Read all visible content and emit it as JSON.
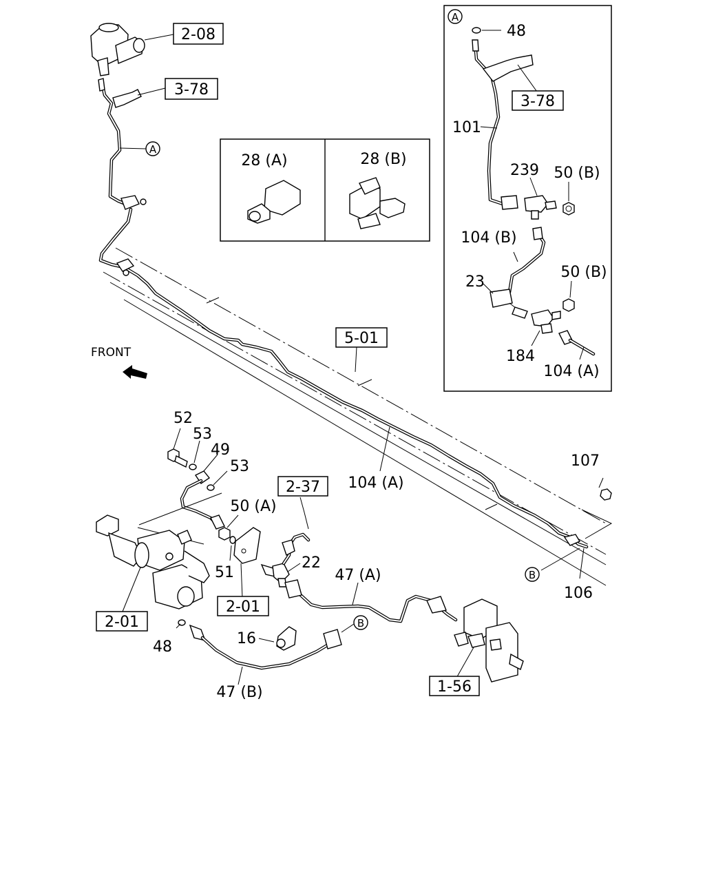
{
  "refs": {
    "r208": "2-08",
    "r378": "3-78",
    "r501": "5-01",
    "r237": "2-37",
    "r201a": "2-01",
    "r201b": "2-01",
    "r156": "1-56",
    "r378b": "3-78"
  },
  "callouts": {
    "a_top": "A",
    "a_inset": "A",
    "b_right": "B",
    "b_bottom": "B"
  },
  "front": "FRONT",
  "clips": {
    "a": "28 (A)",
    "b": "28 (B)"
  },
  "labels": {
    "p104a_mid": "104 (A)",
    "p107": "107",
    "p106": "106",
    "p52": "52",
    "p53a": "53",
    "p49": "49",
    "p53b": "53",
    "p50a": "50 (A)",
    "p51": "51",
    "p22": "22",
    "p47a": "47 (A)",
    "p48": "48",
    "p16": "16",
    "p47b": "47 (B)"
  },
  "inset": {
    "p48": "48",
    "p101": "101",
    "p239": "239",
    "p50b_1": "50 (B)",
    "p104b": "104 (B)",
    "p23": "23",
    "p50b_2": "50 (B)",
    "p184": "184",
    "p104a": "104 (A)"
  }
}
